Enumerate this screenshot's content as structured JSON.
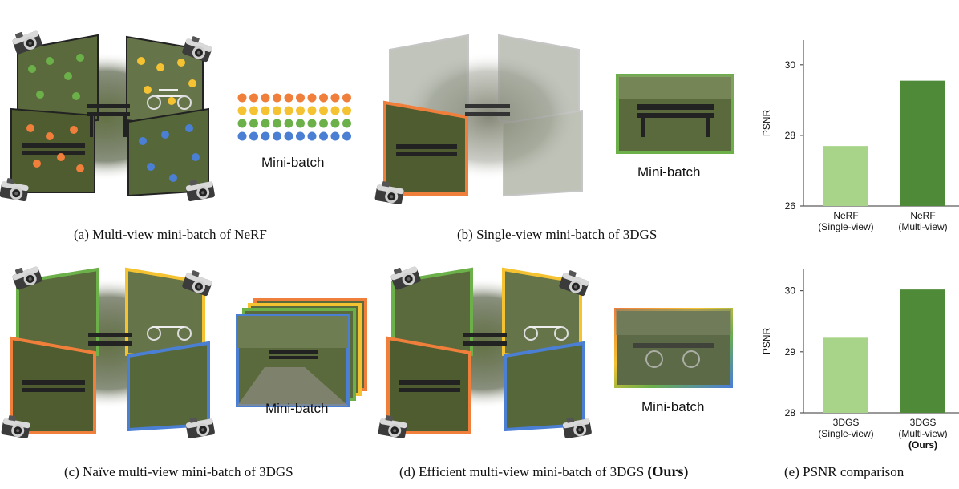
{
  "panels": {
    "a": {
      "caption": "(a) Multi-view mini-batch of NeRF",
      "minibatch_label": "Mini-batch"
    },
    "b": {
      "caption": "(b) Single-view mini-batch of 3DGS",
      "minibatch_label": "Mini-batch"
    },
    "c": {
      "caption": "(c) Naïve multi-view mini-batch of 3DGS",
      "minibatch_label": "Mini-batch"
    },
    "d": {
      "caption_prefix": "(d) Efficient multi-view mini-batch of 3DGS ",
      "caption_bold": "(Ours)",
      "minibatch_label": "Mini-batch"
    },
    "e": {
      "caption": "(e) PSNR comparison"
    }
  },
  "colors": {
    "orange": "#f07f3c",
    "yellow": "#f5c232",
    "green": "#6cb04a",
    "blue": "#4a7fd4",
    "bar_light": "#a8d48a",
    "bar_dark": "#4e8a38"
  },
  "icons": [
    "camera-icon"
  ],
  "chart_data": [
    {
      "type": "bar",
      "categories": [
        "NeRF\n(Single-view)",
        "NeRF\n(Multi-view)"
      ],
      "category_lines": [
        [
          "NeRF",
          "(Single-view)"
        ],
        [
          "NeRF",
          "(Multi-view)"
        ]
      ],
      "values": [
        27.7,
        29.55
      ],
      "ylabel": "PSNR",
      "ylim": [
        26,
        30.7
      ],
      "yticks": [
        26,
        28,
        30
      ],
      "grid": false
    },
    {
      "type": "bar",
      "categories": [
        "3DGS\n(Single-view)",
        "3DGS\n(Multi-view)\n(Ours)"
      ],
      "category_lines": [
        [
          "3DGS",
          "(Single-view)"
        ],
        [
          "3DGS",
          "(Multi-view)",
          "(Ours)"
        ]
      ],
      "values": [
        29.23,
        30.02
      ],
      "ylabel": "PSNR",
      "ylim": [
        28,
        30.35
      ],
      "yticks": [
        28,
        29,
        30
      ],
      "grid": false
    }
  ]
}
